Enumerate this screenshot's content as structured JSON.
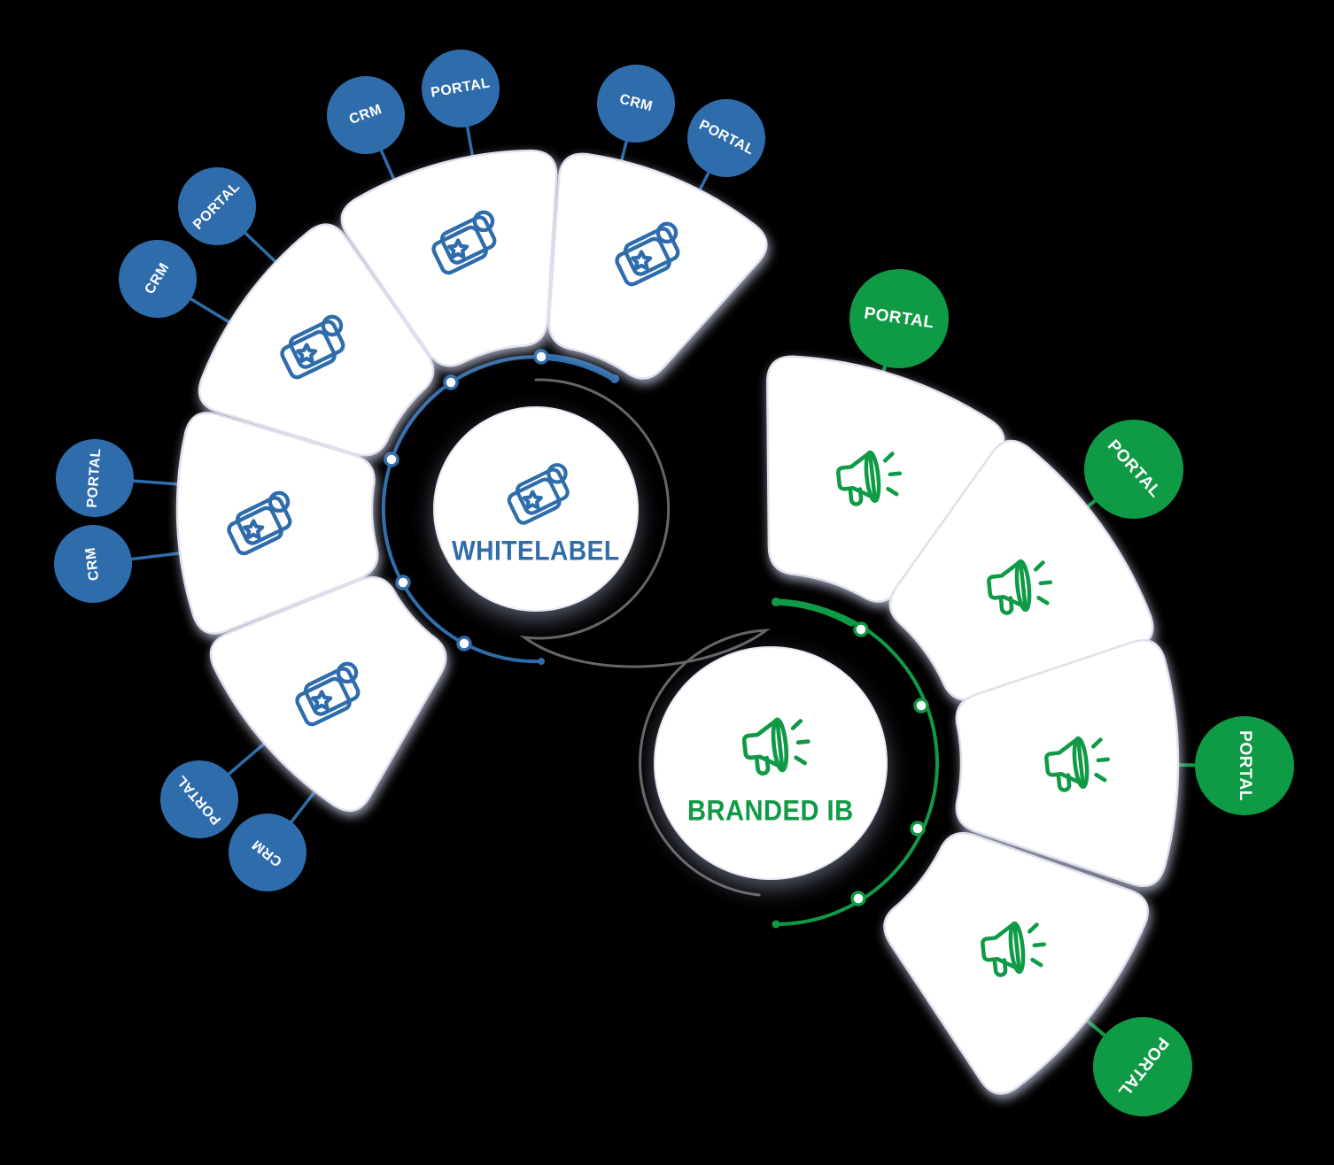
{
  "diagram": {
    "background": "#000000",
    "colors": {
      "whitelabel_blue": "#2e6cab",
      "branded_green": "#0f9a46",
      "connector_gray": "#666666",
      "petal_fill": "#ffffff",
      "petal_border": "#dfe0ec"
    }
  },
  "whitelabel": {
    "title": "WHITELABEL",
    "hub_icon": "price-tag-icon",
    "petals": [
      {
        "position": "upper-left",
        "icon": "price-tag-icon",
        "satellites": [
          "CRM",
          "PORTAL"
        ]
      },
      {
        "position": "top",
        "icon": "price-tag-icon",
        "satellites": [
          "CRM",
          "PORTAL"
        ]
      },
      {
        "position": "top-right",
        "icon": "price-tag-icon",
        "satellites": [
          "CRM",
          "PORTAL"
        ]
      },
      {
        "position": "left",
        "icon": "price-tag-icon",
        "satellites": [
          "PORTAL",
          "CRM"
        ]
      },
      {
        "position": "bottom-left",
        "icon": "price-tag-icon",
        "satellites": [
          "PORTAL",
          "CRM"
        ]
      }
    ]
  },
  "branded_ib": {
    "title": "BRANDED IB",
    "hub_icon": "megaphone-icon",
    "petals": [
      {
        "position": "top",
        "icon": "megaphone-icon",
        "satellites": [
          "PORTAL"
        ]
      },
      {
        "position": "upper-right",
        "icon": "megaphone-icon",
        "satellites": [
          "PORTAL"
        ]
      },
      {
        "position": "right",
        "icon": "megaphone-icon",
        "satellites": [
          "PORTAL"
        ]
      },
      {
        "position": "bottom-right",
        "icon": "megaphone-icon",
        "satellites": [
          "PORTAL"
        ]
      }
    ]
  }
}
